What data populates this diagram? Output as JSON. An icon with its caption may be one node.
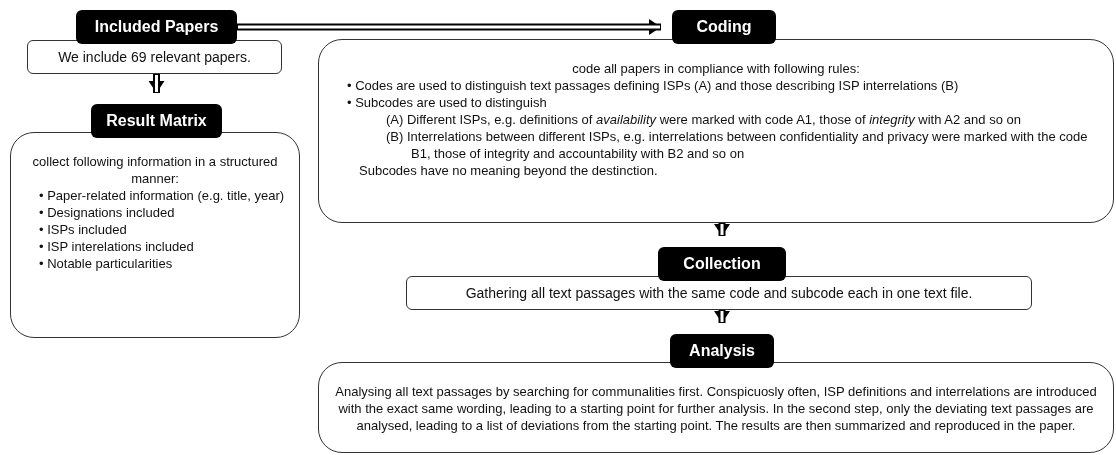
{
  "diagram": {
    "nodes": [
      {
        "text": [
          "Included Papers"
        ]
      },
      {
        "text": [
          "We include 69 relevant papers."
        ]
      },
      {
        "text": [
          "Result Matrix"
        ]
      },
      {
        "text": [
          "collect following information in a structured manner:",
          "• Paper-related information (e.g. title, year)",
          "• Designations included",
          "• ISPs included",
          "• ISP interelations included",
          "• Notable particularities"
        ]
      },
      {
        "text": [
          "Coding"
        ]
      },
      {
        "text": [
          "code all papers in compliance with following rules:",
          "• Codes are used to distinguish text passages defining ISPs (A) and those describing ISP interrelations (B)",
          "• Subcodes are used to distinguish",
          "(A) Different ISPs, e.g. definitions of *availability* were marked with code A1, those of *integrity* with A2 and so on",
          "(B) Interrelations between different ISPs, e.g. interrelations between confidentiality and privacy were marked with the code B1, those of integrity and accountability with B2 and so on",
          "Subcodes have no meaning beyond the destinction."
        ]
      },
      {
        "text": [
          "Collection"
        ]
      },
      {
        "text": [
          "Gathering all text passages with the same code and subcode each in one text file."
        ]
      },
      {
        "text": [
          "Analysis"
        ]
      },
      {
        "text": [
          "Analysing all text passages by searching for communalities first. Conspicuosly often, ISP definitions and interrelations are introduced with the exact same wording, leading to a starting point for further analysis. In the second step, only the deviating text passages are analysed, leading to a list of deviations from the starting point. The results are then summarized and reproduced in the paper."
        ]
      }
    ],
    "edges": [
      {
        "from": 0,
        "to": 4,
        "arrow": "to"
      },
      {
        "from": 1,
        "to": 2,
        "arrow": "to"
      },
      {
        "from": 5,
        "to": 6,
        "arrow": "to"
      },
      {
        "from": 7,
        "to": 8,
        "arrow": "to"
      }
    ]
  }
}
